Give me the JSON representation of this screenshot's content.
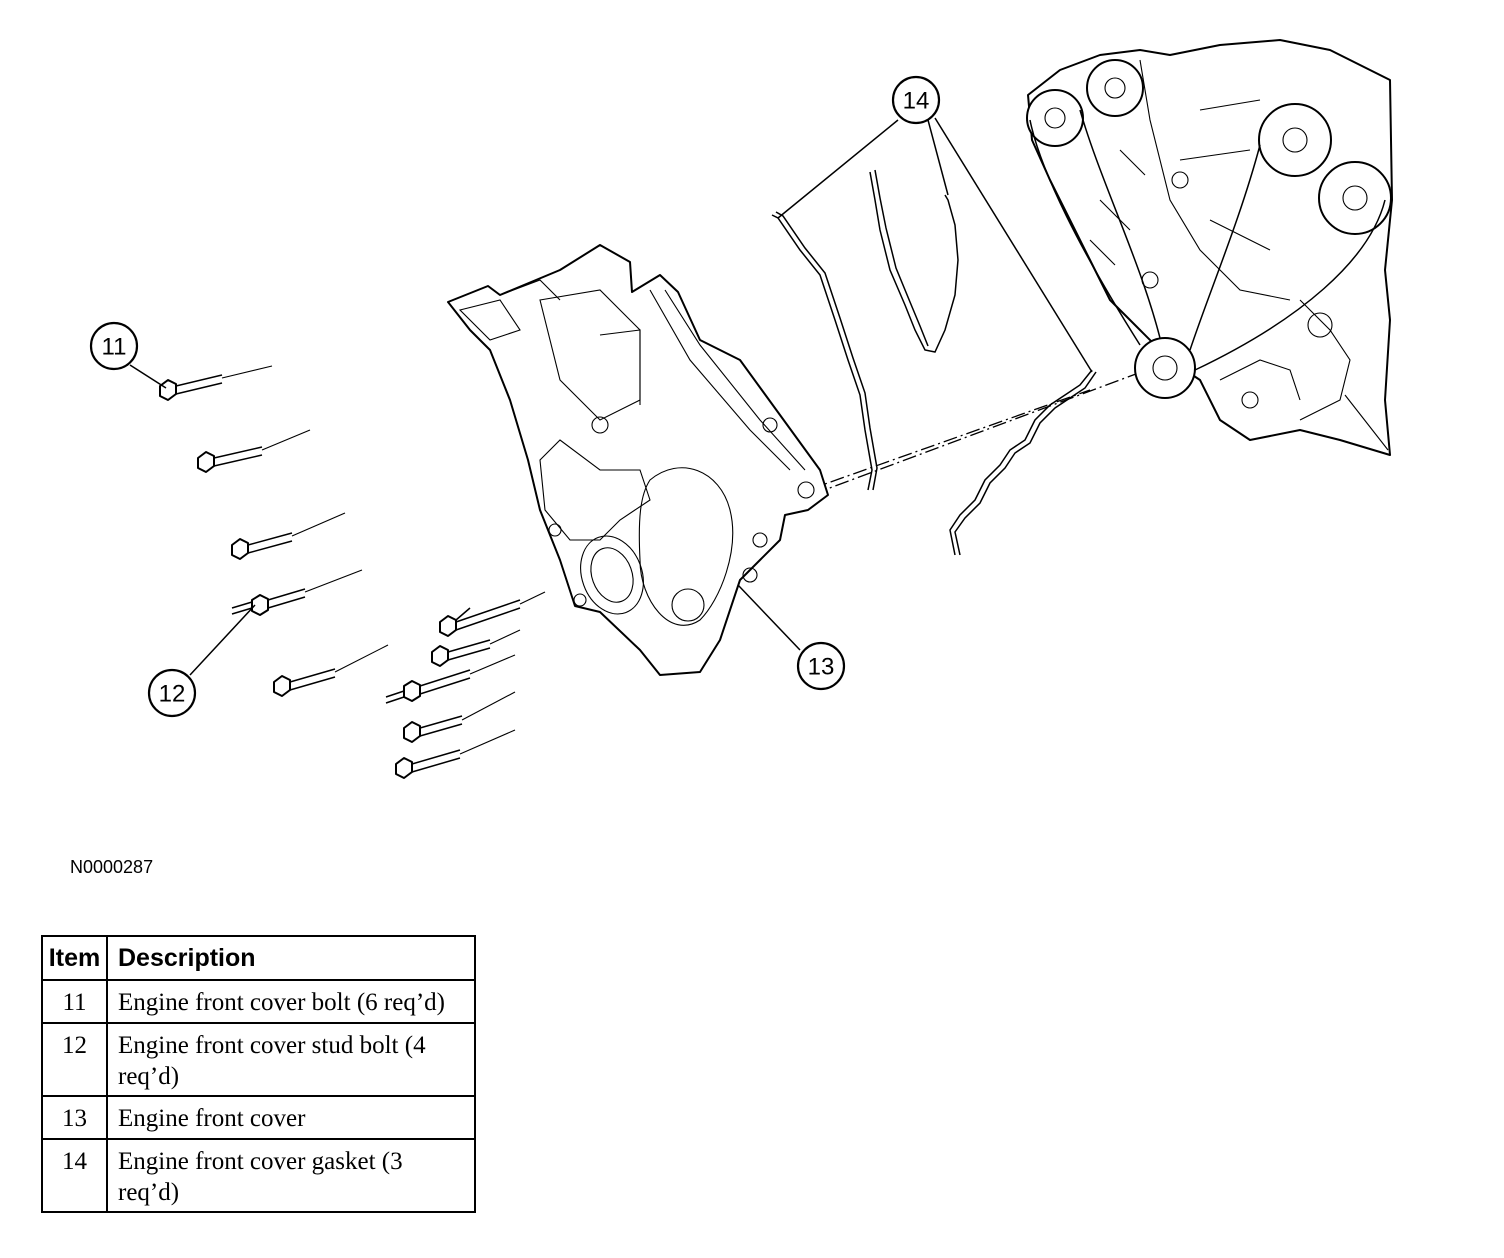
{
  "callouts": [
    {
      "id": "11",
      "label": "11"
    },
    {
      "id": "12",
      "label": "12"
    },
    {
      "id": "13",
      "label": "13"
    },
    {
      "id": "14",
      "label": "14"
    }
  ],
  "figure_id": "N0000287",
  "legend": {
    "headers": {
      "item": "Item",
      "description": "Description"
    },
    "rows": [
      {
        "item": "11",
        "description": "Engine front cover bolt (6 req’d)"
      },
      {
        "item": "12",
        "description": "Engine front cover stud bolt (4 req’d)"
      },
      {
        "item": "13",
        "description": "Engine front cover"
      },
      {
        "item": "14",
        "description": "Engine front cover gasket (3 req’d)"
      }
    ]
  }
}
